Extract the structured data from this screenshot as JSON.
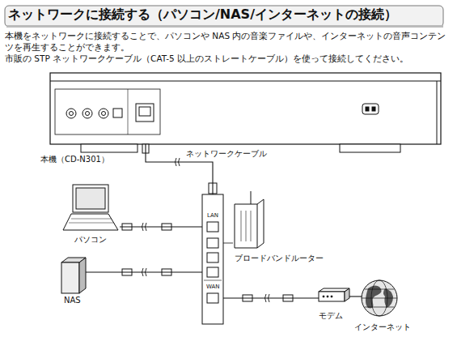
{
  "diagram": {
    "title": "ネットワークに接続する（パソコン/NAS/インターネットの接続）",
    "nodes": [
      {
        "text": [
          "本機（CD-N301）"
        ]
      },
      {
        "text": [
          "パソコン"
        ]
      },
      {
        "text": [
          "NAS"
        ]
      },
      {
        "text": [
          "ブロードバンドルーター"
        ]
      },
      {
        "text": [
          "モデム"
        ]
      },
      {
        "text": [
          "インターネット"
        ]
      }
    ],
    "edges": [
      {
        "from": 0,
        "to": 3,
        "label": "ネットワークケーブル",
        "arrow": "none"
      },
      {
        "from": 1,
        "to": 3,
        "arrow": "none"
      },
      {
        "from": 2,
        "to": 3,
        "arrow": "none"
      },
      {
        "from": 3,
        "to": 4,
        "arrow": "none"
      },
      {
        "from": 4,
        "to": 5,
        "arrow": "none"
      }
    ],
    "labels": [
      "本機をネットワークに接続することで、パソコンや NAS 内の音楽ファイルや、インターネットの音声コンテンツを再生することができます。",
      "市販の STP ネットワークケーブル（CAT-5 以上のストレートケーブル）を使って接続してください。",
      "LAN",
      "WAN"
    ]
  }
}
